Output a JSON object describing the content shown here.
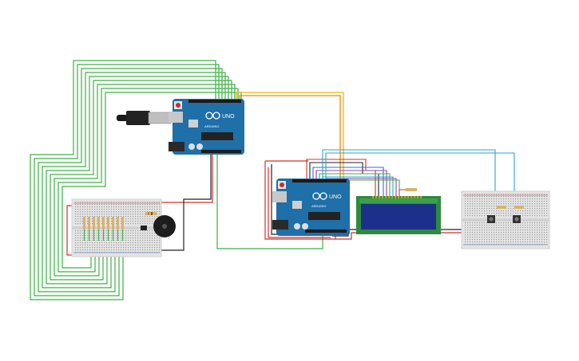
{
  "arduino_1": {
    "model": "UNO",
    "brand": "ARDUINO"
  },
  "arduino_2": {
    "model": "UNO",
    "brand": "ARDUINO"
  },
  "colors": {
    "wire_green": "#3cb043",
    "wire_red": "#d32f2f",
    "wire_black": "#222222",
    "wire_yellow": "#f2b705",
    "wire_orange": "#f08a00",
    "wire_blue": "#2f6fd6",
    "wire_purple": "#8e44ad",
    "wire_cyan": "#2aa7c9",
    "board_blue": "#1f6fa8",
    "lcd_screen": "#1c2f8a",
    "lcd_pcb": "#2e8b3e",
    "breadboard": "#e4e4e4"
  },
  "icons": [
    "usb-cable-icon",
    "buzzer-icon",
    "pushbutton-icon",
    "resistor-icon",
    "led-icon"
  ]
}
